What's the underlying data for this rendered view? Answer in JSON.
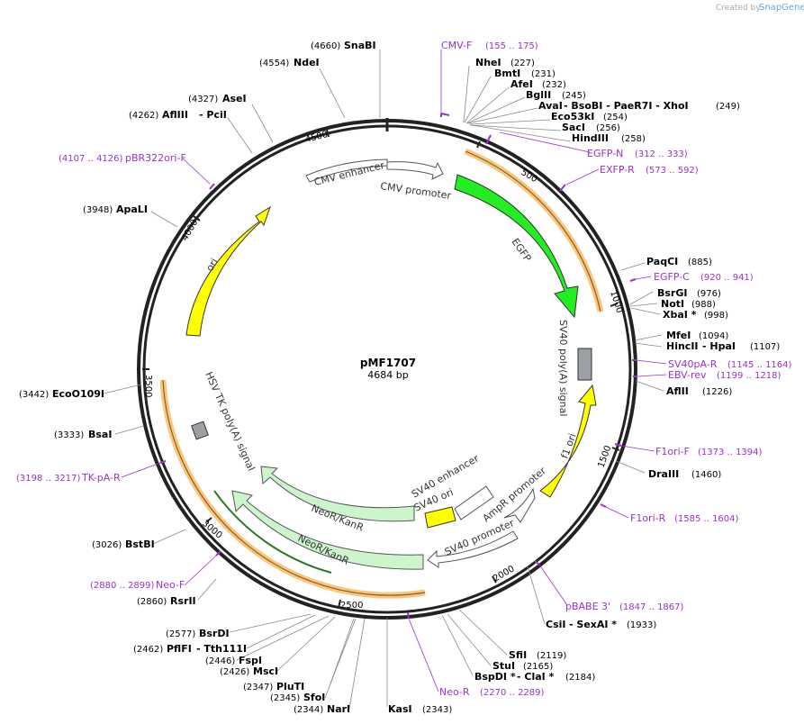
{
  "credit": {
    "prefix": "Created by",
    "brand": "SnapGene"
  },
  "plasmid": {
    "name": "pMF1707",
    "size": "4684 bp"
  },
  "ticks": [
    "500",
    "1000",
    "1500",
    "2000",
    "2500",
    "3000",
    "3500",
    "4000",
    "4500"
  ],
  "features": {
    "cmv_enhancer": "CMV enhancer",
    "cmv_promoter": "CMV promoter",
    "egfp": "EGFP",
    "sv40_polya": "SV40 poly(A) signal",
    "f1_ori": "f1 ori",
    "ampr_promoter": "AmpR promoter",
    "sv40_promoter": "SV40 promoter",
    "sv40_enhancer": "SV40 enhancer",
    "sv40_ori": "SV40 ori",
    "neor1": "NeoR/KanR",
    "neor2": "NeoR/KanR",
    "hsv_tk": "HSV TK poly(A) signal",
    "ori": "ori"
  },
  "sites": [
    {
      "name": "SnaBI",
      "pos": "(4660)"
    },
    {
      "name": "NdeI",
      "pos": "(4554)"
    },
    {
      "name": "AseI",
      "pos": "(4327)"
    },
    {
      "name": "AflIII",
      "extra": " - PciI",
      "pos": "(4262)"
    },
    {
      "name": "ApaLI",
      "pos": "(3948)"
    },
    {
      "name": "EcoO109I",
      "pos": "(3442)"
    },
    {
      "name": "BsaI",
      "pos": "(3333)"
    },
    {
      "name": "BstBI",
      "pos": "(3026)"
    },
    {
      "name": "RsrII",
      "pos": "(2860)"
    },
    {
      "name": "BsrDI",
      "pos": "(2577)"
    },
    {
      "name": "PflFI",
      "extra": " - Tth111I",
      "pos": "(2462)"
    },
    {
      "name": "FspI",
      "pos": "(2446)"
    },
    {
      "name": "MscI",
      "pos": "(2426)"
    },
    {
      "name": "PluTI",
      "pos": "(2347)"
    },
    {
      "name": "SfoI",
      "pos": "(2345)"
    },
    {
      "name": "NarI",
      "pos": "(2344)"
    },
    {
      "name": "KasI",
      "pos": "(2343)"
    },
    {
      "name": "NheI",
      "pos": "(227)"
    },
    {
      "name": "BmtI",
      "pos": "(231)"
    },
    {
      "name": "AfeI",
      "pos": "(232)"
    },
    {
      "name": "BglII",
      "pos": "(245)"
    },
    {
      "name": "AvaI",
      "extra": " - BsoBI - PaeR7I - XhoI",
      "pos": "(249)"
    },
    {
      "name": "Eco53kI",
      "pos": "(254)"
    },
    {
      "name": "SacI",
      "pos": "(256)"
    },
    {
      "name": "HindIII",
      "pos": "(258)"
    },
    {
      "name": "PaqCI",
      "pos": "(885)"
    },
    {
      "name": "BsrGI",
      "pos": "(976)"
    },
    {
      "name": "NotI",
      "pos": "(988)"
    },
    {
      "name": "XbaI *",
      "pos": "(998)"
    },
    {
      "name": "MfeI",
      "pos": "(1094)"
    },
    {
      "name": "HincII",
      "extra": " - HpaI",
      "pos": "(1107)"
    },
    {
      "name": "AflII",
      "pos": "(1226)"
    },
    {
      "name": "DraIII",
      "pos": "(1460)"
    },
    {
      "name": "CsiI",
      "extra": " - SexAI *",
      "pos": "(1933)"
    },
    {
      "name": "SfiI",
      "pos": "(2119)"
    },
    {
      "name": "StuI",
      "pos": "(2165)"
    },
    {
      "name": "BspDI *",
      "extra": " - ClaI *",
      "pos": "(2184)"
    }
  ],
  "primers": [
    {
      "name": "CMV-F",
      "pos": "(155 .. 175)"
    },
    {
      "name": "EGFP-N",
      "pos": "(312 .. 333)"
    },
    {
      "name": "EXFP-R",
      "pos": "(573 .. 592)"
    },
    {
      "name": "EGFP-C",
      "pos": "(920 .. 941)"
    },
    {
      "name": "SV40pA-R",
      "pos": "(1145 .. 1164)"
    },
    {
      "name": "EBV-rev",
      "pos": "(1199 .. 1218)"
    },
    {
      "name": "F1ori-F",
      "pos": "(1373 .. 1394)"
    },
    {
      "name": "F1ori-R",
      "pos": "(1585 .. 1604)"
    },
    {
      "name": "pBABE 3'",
      "pos": "(1847 .. 1867)"
    },
    {
      "name": "Neo-R",
      "pos": "(2270 .. 2289)"
    },
    {
      "name": "Neo-F",
      "pos": "(2880 .. 2899)"
    },
    {
      "name": "TK-pA-R",
      "pos": "(3198 .. 3217)"
    },
    {
      "name": "pBR322ori-F",
      "pos": "(4107 .. 4126)"
    }
  ],
  "colors": {
    "egfp": "#22ee22",
    "ori": "#ffff00",
    "neor": "#ccf5cc",
    "grey": "#9aa0a6",
    "primer": "#9b30c8",
    "highlight": "#f5b84a"
  }
}
